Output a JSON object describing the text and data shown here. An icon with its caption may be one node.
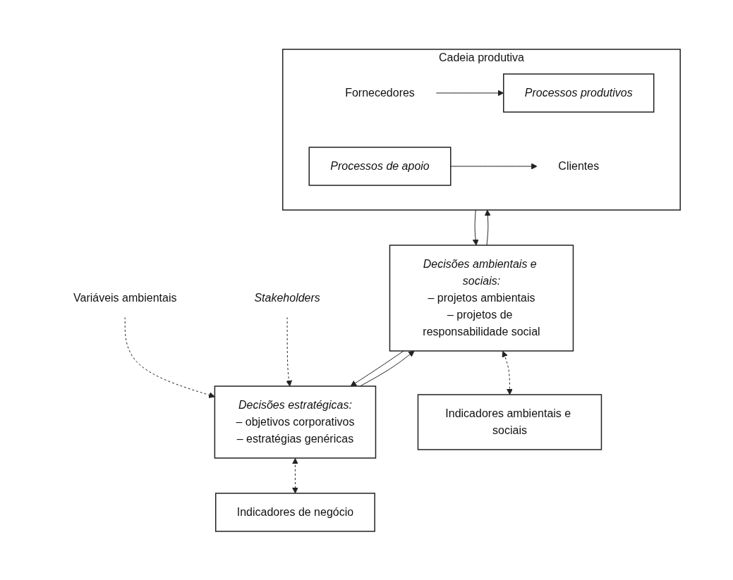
{
  "diagram": {
    "nodes": [
      {
        "text": [
          "Variáveis ambientais"
        ]
      },
      {
        "text": [
          "Stakeholders"
        ]
      },
      {
        "text": [
          "Decisões estratégicas:",
          "– objetivos corporativos",
          "– estratégias genéricas"
        ]
      },
      {
        "text": [
          "Indicadores de negócio"
        ]
      },
      {
        "text": [
          "Decisões ambientais e sociais:",
          "– projetos ambientais",
          "– projetos de responsabilidade social"
        ]
      },
      {
        "text": [
          "Indicadores ambientais e sociais"
        ]
      },
      {
        "text": [
          "Cadeia produtiva"
        ]
      },
      {
        "text": [
          "Processos produtivos"
        ],
        "in": 6
      },
      {
        "text": [
          "Processos de apoio"
        ],
        "in": 6
      },
      {
        "text": [
          "Fornecedores"
        ],
        "in": 6
      },
      {
        "text": [
          "Clientes"
        ],
        "in": 6
      }
    ],
    "edges": [
      {
        "from": 0,
        "to": 2,
        "arrow": "to",
        "style": "dashed"
      },
      {
        "from": 1,
        "to": 2,
        "arrow": "to",
        "style": "dashed"
      },
      {
        "from": 2,
        "to": 3,
        "arrow": "both",
        "style": "dashed"
      },
      {
        "from": 2,
        "to": 4,
        "arrow": "to"
      },
      {
        "from": 4,
        "to": 2,
        "arrow": "to"
      },
      {
        "from": 4,
        "to": 5,
        "arrow": "both",
        "style": "dashed"
      },
      {
        "from": 4,
        "to": 6,
        "arrow": "to"
      },
      {
        "from": 6,
        "to": 4,
        "arrow": "to"
      },
      {
        "from": 9,
        "to": 7,
        "arrow": "to"
      },
      {
        "from": 8,
        "to": 10,
        "arrow": "to"
      }
    ]
  }
}
